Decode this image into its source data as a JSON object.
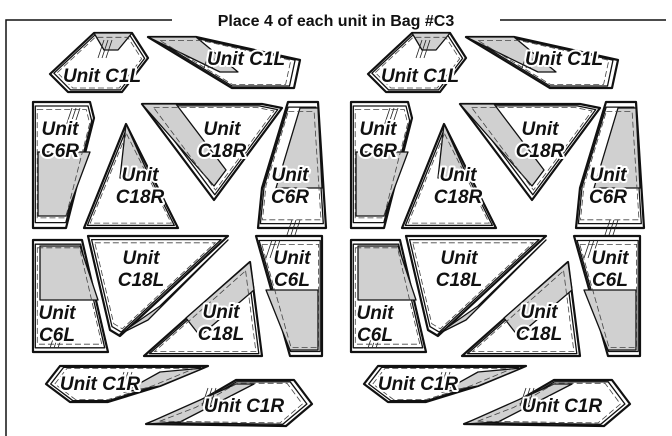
{
  "header": {
    "title": "Place 4 of each unit in Bag #C3"
  },
  "units": {
    "c1l": {
      "line1": "Unit C1L"
    },
    "c1r": {
      "line1": "Unit C1R"
    },
    "c6r": {
      "line1": "Unit",
      "line2": "C6R"
    },
    "c6l": {
      "line1": "Unit",
      "line2": "C6L"
    },
    "c18r": {
      "line1": "Unit",
      "line2": "C18R"
    },
    "c18l": {
      "line1": "Unit",
      "line2": "C18L"
    }
  },
  "colors": {
    "outline": "#111111",
    "shade": "#d0d0d0",
    "background": "#ffffff"
  }
}
